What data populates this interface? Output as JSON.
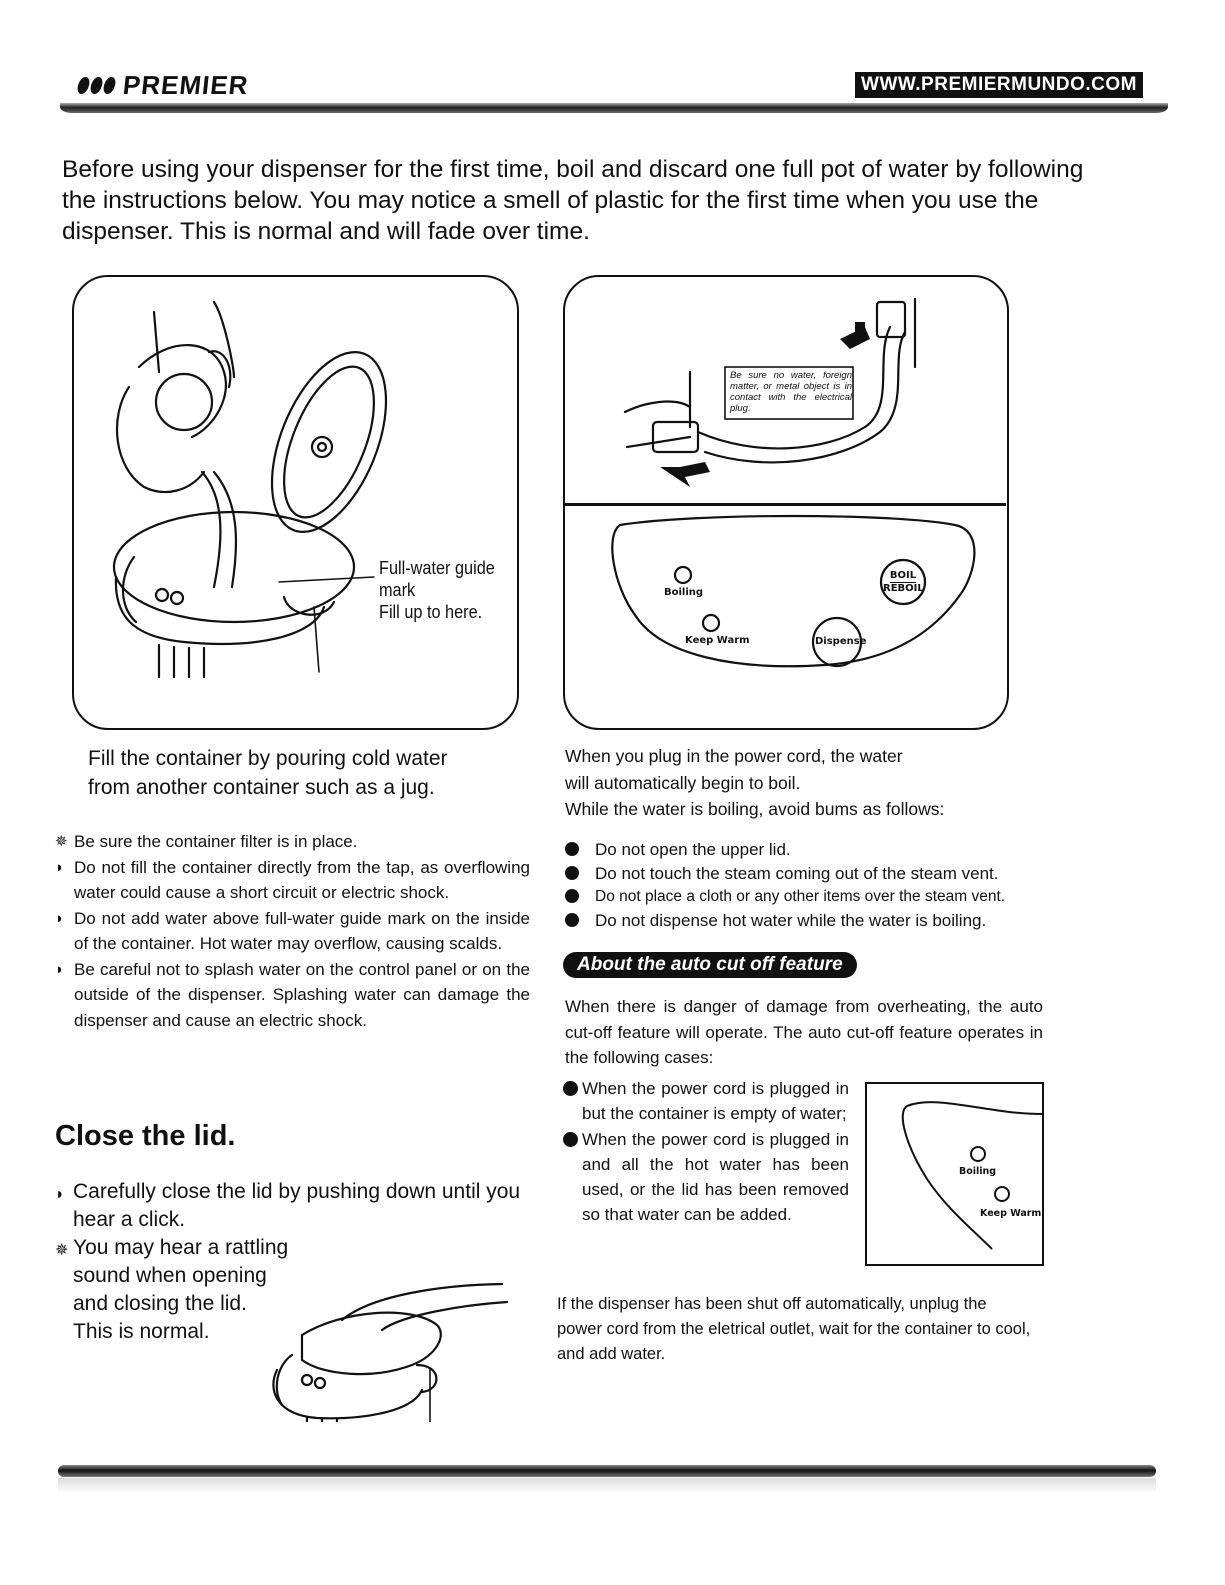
{
  "header": {
    "brand": "PREMIER",
    "website": "WWW.PREMIERMUNDO.COM"
  },
  "intro": "Before using your dispenser for the first time, boil and discard one full pot of water by following the instructions below.  You  may notice a smell of plastic  for the first time when you use the dispenser. This is normal and will fade over time.",
  "left_figure": {
    "guide_label_1": "Full-water guide",
    "guide_label_2": "mark",
    "guide_label_3": "Fill up to here.",
    "caption_line1": "Fill  the  container by pouring cold water",
    "caption_line2": "from another container such as a jug."
  },
  "right_figure": {
    "warning_note": "Be sure no water, foreign matter, or metal object is in contact with the electrical plug.",
    "panel_labels": {
      "boiling": "Boiling",
      "keep_warm": "Keep Warm",
      "boil": "BOIL",
      "reboil": "REBOIL",
      "dispense": "Dispense"
    }
  },
  "left_notes": [
    {
      "marker": "warning",
      "text": "Be sure the container filter is in place."
    },
    {
      "marker": "caution",
      "text": "Do not fill the container directly from the tap, as overflowing water could cause a short circuit or electric shock."
    },
    {
      "marker": "caution",
      "text": "Do not add water above full-water guide mark on the inside of the container. Hot water may overflow, causing scalds."
    },
    {
      "marker": "caution",
      "text": "Be careful not to splash water on the control panel or on the outside of the dispenser. Splashing water can damage the dispenser and cause an electric shock."
    }
  ],
  "close_lid": {
    "heading": "Close the lid.",
    "item1": "Carefully close the lid by pushing down until you hear a click.",
    "item2_l1": "You may hear a rattling",
    "item2_l2": "sound when opening",
    "item2_l3": "and closing the lid.",
    "item2_l4": "This is normal."
  },
  "plug_intro": {
    "line1": "When you plug in the power cord, the water",
    "line2": "will automatically begin to boil.",
    "line3": "While the water is boiling, avoid bums as follows:"
  },
  "boil_bullets": [
    "Do not open the upper lid.",
    "Do not touch the steam coming out of the steam vent.",
    "Do not place a cloth or any other items over the steam vent.",
    "Do not dispense hot water while the water is boiling."
  ],
  "autocut": {
    "title": "About the auto cut off feature",
    "description": "When there is danger of damage from overheating, the auto cut-off feature will operate. The auto cut-off feature operates in the following cases:",
    "case1": "When the power cord is plugged in but the container is empty of water;",
    "case2": "When the power cord is plugged in and all the hot water has been used, or the lid has been removed so that water can be added.",
    "inset_boiling": "Boiling",
    "inset_keep_warm": "Keep Warm",
    "footer_note": "If the dispenser has been shut off automatically, unplug the power cord from the eletrical outlet, wait for the container to cool, and add water."
  }
}
